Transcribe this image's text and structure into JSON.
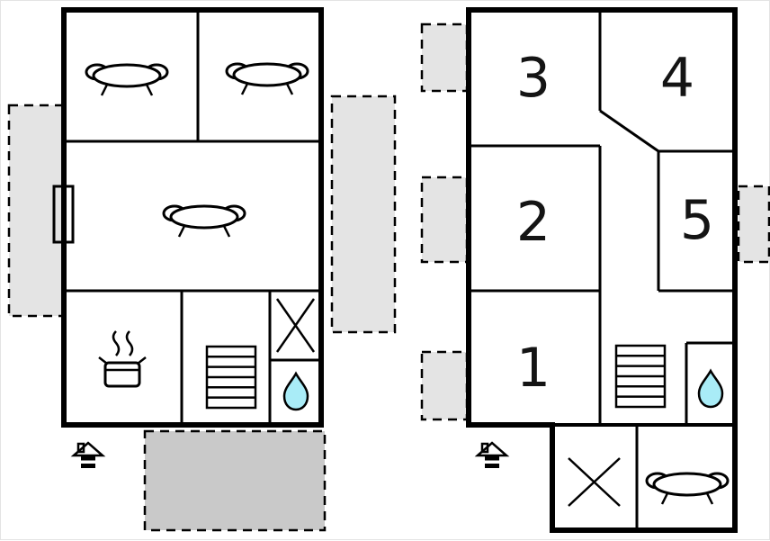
{
  "rooms": {
    "r1": "1",
    "r2": "2",
    "r3": "3",
    "r4": "4",
    "r5": "5"
  },
  "colors": {
    "wall": "#000000",
    "room_fill": "#ffffff",
    "terrace_light": "#e4e4e4",
    "terrace_dark": "#c9c9c9",
    "water": "#a9ecf7"
  },
  "icons": {
    "sofa": "sofa-icon",
    "stove": "cooking-pot-icon",
    "stairs": "stairs-icon",
    "shower": "shower-cross-icon",
    "sink": "water-drop-icon",
    "entrance": "entrance-house-icon"
  }
}
